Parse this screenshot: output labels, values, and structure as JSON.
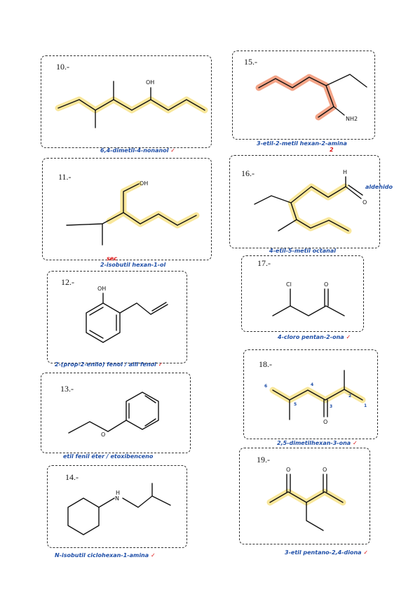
{
  "problems": [
    {
      "number": "10.-",
      "caption": "6,4-dimetil-4-nonanol"
    },
    {
      "number": "11.-",
      "caption": "2-isobutil hexan-1-ol",
      "correction": "sec"
    },
    {
      "number": "12.-",
      "caption": "2-(prop-2-enilo) fenol / alil fenol",
      "atoms": [
        "OH"
      ]
    },
    {
      "number": "13.-",
      "caption": "etil fenil éter / etoxibenceno",
      "atoms": [
        "O"
      ]
    },
    {
      "number": "14.-",
      "caption": "N-isobutil ciclohexan-1-amina",
      "atoms": [
        "H",
        "N"
      ]
    },
    {
      "number": "15.-",
      "caption": "3-etil-2-metil hexan-2-amina",
      "correction": "2",
      "atoms": [
        "NH2"
      ]
    },
    {
      "number": "16.-",
      "caption": "4-etil-5-metil octanal",
      "annotation": "aldehido",
      "atoms": [
        "H",
        "O"
      ]
    },
    {
      "number": "17.-",
      "caption": "4-cloro pentan-2-ona",
      "atoms": [
        "Cl",
        "O"
      ]
    },
    {
      "number": "18.-",
      "caption": "2,5-dimetilhexan-3-ona",
      "annotation_numbers": [
        "6",
        "5",
        "4",
        "3",
        "2",
        "1"
      ],
      "atoms": [
        "O"
      ]
    },
    {
      "number": "19.-",
      "caption": "3-etil pentano-2,4-diona",
      "atoms": [
        "O",
        "O"
      ]
    }
  ],
  "labels": {
    "oh": "OH",
    "o": "O",
    "h": "H",
    "n": "N",
    "nh2": "NH₂",
    "cl": "Cl",
    "check": "✓"
  }
}
